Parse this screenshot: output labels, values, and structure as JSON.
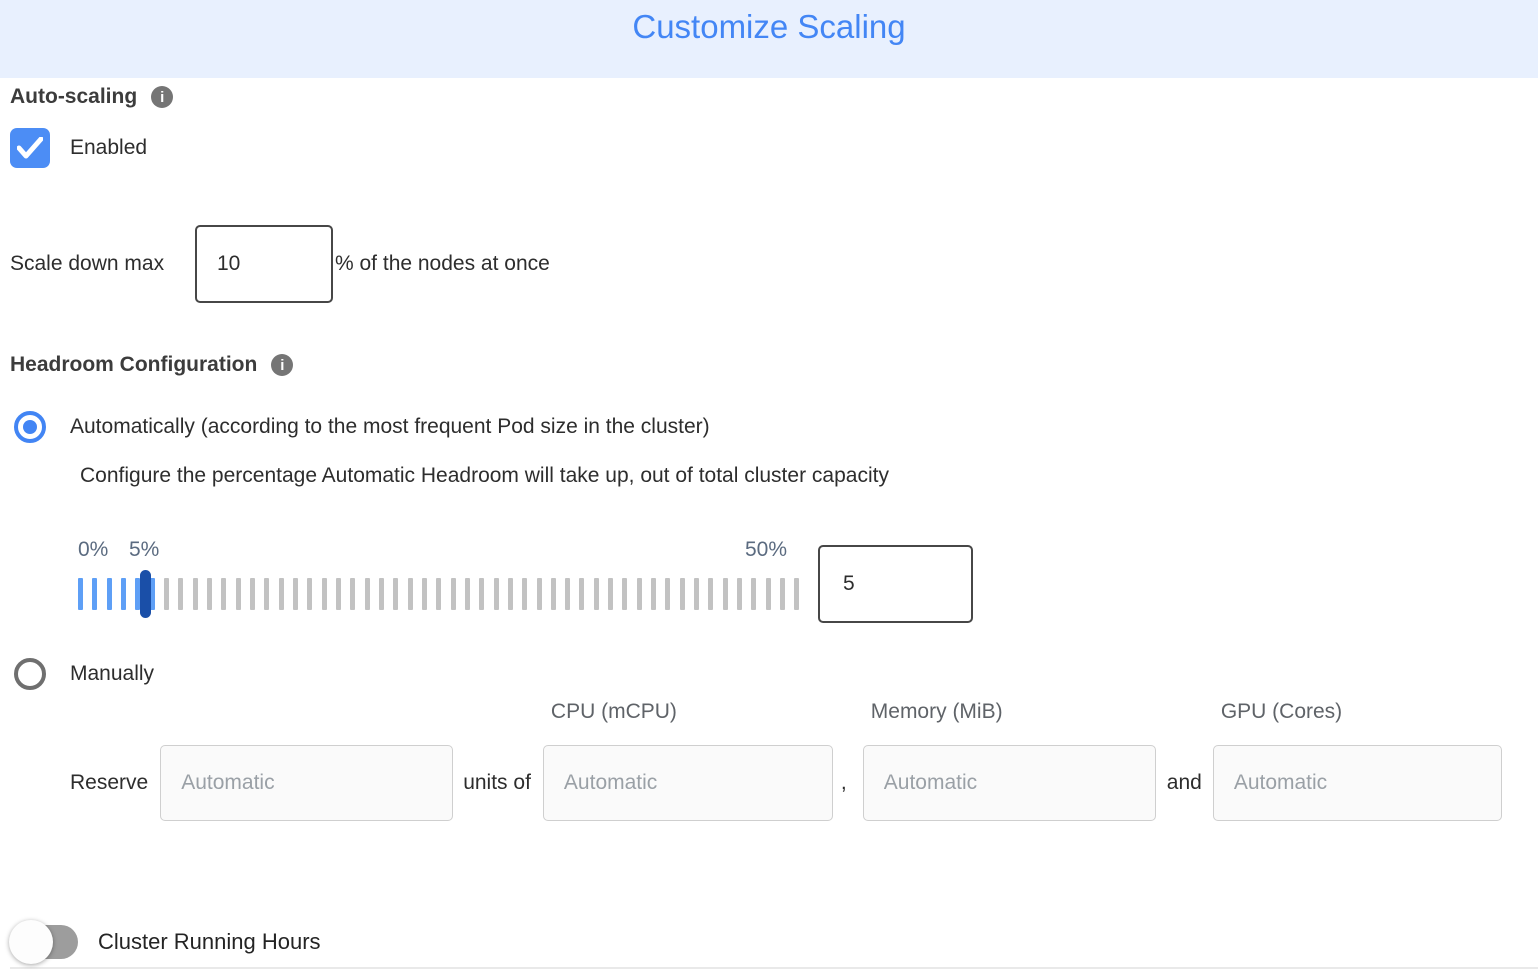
{
  "header": {
    "title": "Customize Scaling"
  },
  "auto_scaling": {
    "label": "Auto-scaling",
    "enabled": true,
    "enabled_label": "Enabled",
    "scale_down": {
      "prefix": "Scale down max",
      "value": "10",
      "suffix": "% of the nodes at once"
    }
  },
  "headroom": {
    "label": "Headroom Configuration",
    "selected_mode": "automatic",
    "auto_option_label": "Automatically (according to the most frequent Pod size in the cluster)",
    "auto_description": "Configure the percentage Automatic Headroom will take up, out of total cluster capacity",
    "slider": {
      "min_label": "0%",
      "current_label": "5%",
      "max_label": "50%",
      "value": "5",
      "tick_count": 51,
      "active_ticks": 6,
      "handle_index": 5
    },
    "manual_option_label": "Manually",
    "reserve": {
      "prefix": "Reserve",
      "units_of": "units of",
      "comma": ",",
      "and": "and",
      "placeholder": "Automatic",
      "columns": [
        "CPU (mCPU)",
        "Memory (MiB)",
        "GPU (Cores)"
      ]
    }
  },
  "cluster_running_hours": {
    "label": "Cluster Running Hours",
    "enabled": false
  },
  "icons": {
    "auto_scaling_info": "info-icon",
    "headroom_info": "info-icon",
    "info_glyph": "i",
    "checkbox_check": "checkmark-icon"
  },
  "colors": {
    "header_bg": "#e8f0fe",
    "title_blue": "#4386f5",
    "accent_blue": "#4285f4",
    "checkbox_blue": "#4c8df5",
    "slider_handle_blue": "#1a4fa8",
    "slider_tick_blue": "#5e9ff6",
    "slider_tick_gray": "#c2c2c2",
    "toggle_track_gray": "#9d9d9d"
  }
}
